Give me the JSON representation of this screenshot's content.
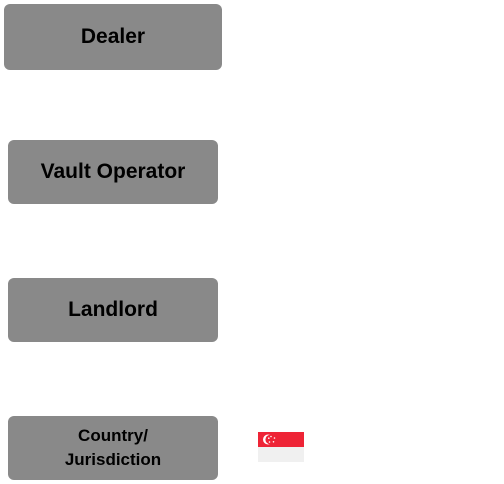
{
  "boxes": {
    "dealer": "Dealer",
    "vault_operator": "Vault Operator",
    "landlord": "Landlord",
    "country_line1": "Country/",
    "country_line2": "Jurisdiction"
  },
  "colors": {
    "box_fill": "#898989",
    "flag_red": "#ee2436",
    "flag_white": "#f0f0f0"
  },
  "icons": {
    "flag": "singapore-flag-icon"
  }
}
